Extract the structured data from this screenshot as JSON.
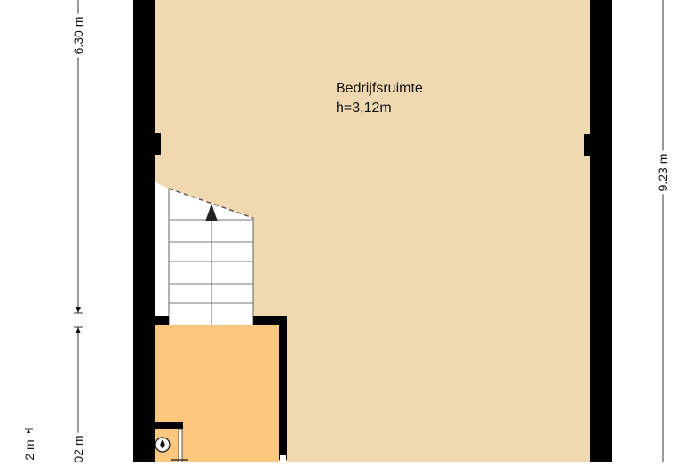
{
  "rooms": [
    {
      "name": "Bedrijfsruimte",
      "height": "h=3,12m"
    }
  ],
  "dimensions": {
    "left_upper": "6.30 m",
    "left_lower": "02 m",
    "far_left": "2 m",
    "right": "9.23 m"
  },
  "colors": {
    "main_room": "#F0D8B0",
    "side_room": "#FBC77E",
    "walls": "#000000",
    "stairs": "#FFFFFF"
  },
  "icons": [
    "stair-arrow-icon",
    "water-heater-icon"
  ]
}
